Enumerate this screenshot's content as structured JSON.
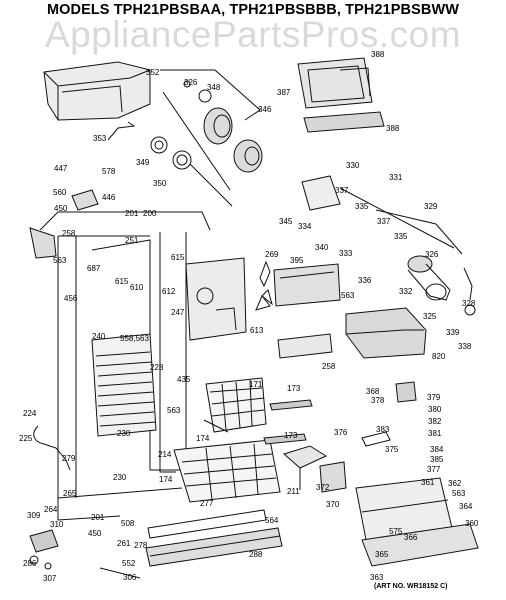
{
  "header": {
    "title": "MODELS TPH21PBSBAA, TPH21PBSBBB, TPH21PBSBWW",
    "watermark": "AppliancePartsPros.com"
  },
  "footer": {
    "art_no": "(ART NO. WR18152 C)"
  },
  "part_labels": [
    "352",
    "326",
    "348",
    "388",
    "387",
    "388",
    "346",
    "353",
    "578",
    "349",
    "447",
    "350",
    "560",
    "446",
    "450",
    "201",
    "200",
    "330",
    "331",
    "258",
    "251",
    "337",
    "335",
    "345",
    "334",
    "337",
    "329",
    "687",
    "615",
    "340",
    "333",
    "335",
    "563",
    "610",
    "612",
    "615",
    "269",
    "395",
    "326",
    "456",
    "247",
    "336",
    "332",
    "328",
    "613",
    "563",
    "325",
    "240",
    "558,563",
    "258",
    "339",
    "338",
    "820",
    "228",
    "435",
    "171",
    "173",
    "368",
    "379",
    "378",
    "380",
    "224",
    "563",
    "230",
    "174",
    "173",
    "382",
    "376",
    "383",
    "381",
    "225",
    "375",
    "384",
    "385",
    "279",
    "214",
    "230",
    "174",
    "211",
    "377",
    "361",
    "372",
    "362",
    "370",
    "563",
    "265",
    "364",
    "264",
    "277",
    "201",
    "309",
    "310",
    "508",
    "564",
    "575",
    "360",
    "450",
    "261",
    "278",
    "365",
    "366",
    "552",
    "286",
    "306",
    "288",
    "363",
    "307"
  ]
}
